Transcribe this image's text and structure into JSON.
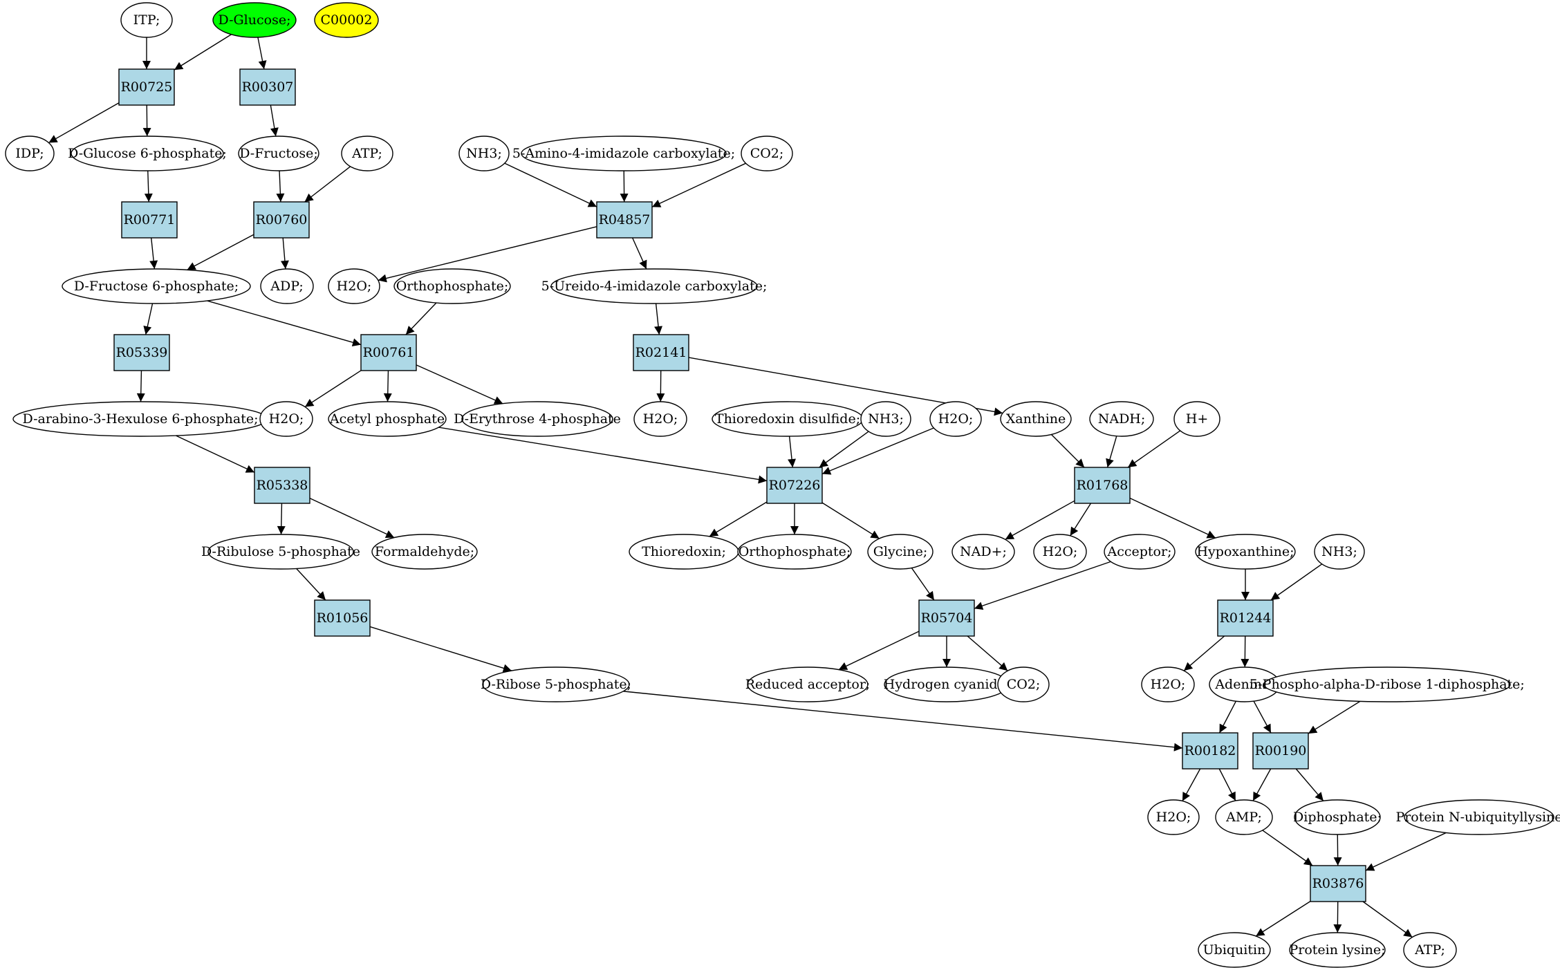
{
  "colors": {
    "compound_fill": "#ffffff",
    "reaction_fill": "#add8e6",
    "highlight_green": "#00ff00",
    "highlight_yellow": "#ffff00",
    "stroke": "#000000"
  },
  "compounds": [
    {
      "id": "itp",
      "label": "ITP;"
    },
    {
      "id": "dglucose",
      "label": "D-Glucose;",
      "fill": "#00ff00"
    },
    {
      "id": "c00002",
      "label": "C00002",
      "fill": "#ffff00"
    },
    {
      "id": "idp",
      "label": "IDP;"
    },
    {
      "id": "dglucose6p",
      "label": "D-Glucose 6-phosphate;"
    },
    {
      "id": "dfructose",
      "label": "D-Fructose;"
    },
    {
      "id": "atp1",
      "label": "ATP;"
    },
    {
      "id": "nh3_1",
      "label": "NH3;"
    },
    {
      "id": "amino",
      "label": "5-Amino-4-imidazole carboxylate;"
    },
    {
      "id": "co2_1",
      "label": "CO2;"
    },
    {
      "id": "dfructose6p",
      "label": "D-Fructose 6-phosphate;"
    },
    {
      "id": "adp",
      "label": "ADP;"
    },
    {
      "id": "h2o_1",
      "label": "H2O;"
    },
    {
      "id": "ortho1",
      "label": "Orthophosphate;"
    },
    {
      "id": "ureido",
      "label": "5-Ureido-4-imidazole carboxylate;"
    },
    {
      "id": "hexulose",
      "label": "D-arabino-3-Hexulose 6-phosphate;"
    },
    {
      "id": "h2o_2",
      "label": "H2O;"
    },
    {
      "id": "acetylp",
      "label": "Acetyl phosphate"
    },
    {
      "id": "erythrose",
      "label": "D-Erythrose 4-phosphate"
    },
    {
      "id": "h2o_3",
      "label": "H2O;"
    },
    {
      "id": "thiodisulf",
      "label": "Thioredoxin disulfide;"
    },
    {
      "id": "nh3_2",
      "label": "NH3;"
    },
    {
      "id": "h2o_4",
      "label": "H2O;"
    },
    {
      "id": "xanthine",
      "label": "Xanthine"
    },
    {
      "id": "nadh",
      "label": "NADH;"
    },
    {
      "id": "hplus",
      "label": "H+"
    },
    {
      "id": "dribulose",
      "label": "D-Ribulose 5-phosphate"
    },
    {
      "id": "formaldehyde",
      "label": "Formaldehyde;"
    },
    {
      "id": "thioredoxin",
      "label": "Thioredoxin;"
    },
    {
      "id": "ortho2",
      "label": "Orthophosphate;"
    },
    {
      "id": "glycine",
      "label": "Glycine;"
    },
    {
      "id": "nadplus",
      "label": "NAD+;"
    },
    {
      "id": "h2o_5",
      "label": "H2O;"
    },
    {
      "id": "acceptor",
      "label": "Acceptor;"
    },
    {
      "id": "hypoxanthine",
      "label": "Hypoxanthine;"
    },
    {
      "id": "nh3_3",
      "label": "NH3;"
    },
    {
      "id": "dribose5p",
      "label": "D-Ribose 5-phosphate;"
    },
    {
      "id": "reducedacc",
      "label": "Reduced acceptor;"
    },
    {
      "id": "hcn",
      "label": "Hydrogen cyanide;"
    },
    {
      "id": "co2_2",
      "label": "CO2;"
    },
    {
      "id": "h2o_6",
      "label": "H2O;"
    },
    {
      "id": "adenine",
      "label": "Adenine;"
    },
    {
      "id": "prpp",
      "label": "5-Phospho-alpha-D-ribose 1-diphosphate;"
    },
    {
      "id": "h2o_7",
      "label": "H2O;"
    },
    {
      "id": "amp",
      "label": "AMP;"
    },
    {
      "id": "diphosphate",
      "label": "Diphosphate;"
    },
    {
      "id": "protnubiq",
      "label": "Protein N-ubiquityllysine"
    },
    {
      "id": "ubiquitin",
      "label": "Ubiquitin"
    },
    {
      "id": "protlysine",
      "label": "Protein lysine;"
    },
    {
      "id": "atp2",
      "label": "ATP;"
    }
  ],
  "reactions": [
    {
      "id": "R00725",
      "label": "R00725"
    },
    {
      "id": "R00307",
      "label": "R00307"
    },
    {
      "id": "R00771",
      "label": "R00771"
    },
    {
      "id": "R00760",
      "label": "R00760"
    },
    {
      "id": "R04857",
      "label": "R04857"
    },
    {
      "id": "R05339",
      "label": "R05339"
    },
    {
      "id": "R00761",
      "label": "R00761"
    },
    {
      "id": "R02141",
      "label": "R02141"
    },
    {
      "id": "R05338",
      "label": "R05338"
    },
    {
      "id": "R07226",
      "label": "R07226"
    },
    {
      "id": "R01768",
      "label": "R01768"
    },
    {
      "id": "R01056",
      "label": "R01056"
    },
    {
      "id": "R05704",
      "label": "R05704"
    },
    {
      "id": "R01244",
      "label": "R01244"
    },
    {
      "id": "R00182",
      "label": "R00182"
    },
    {
      "id": "R00190",
      "label": "R00190"
    },
    {
      "id": "R03876",
      "label": "R03876"
    }
  ],
  "edges": [
    [
      "itp",
      "R00725"
    ],
    [
      "dglucose",
      "R00725"
    ],
    [
      "dglucose",
      "R00307"
    ],
    [
      "R00725",
      "idp"
    ],
    [
      "R00725",
      "dglucose6p"
    ],
    [
      "R00307",
      "dfructose"
    ],
    [
      "dglucose6p",
      "R00771"
    ],
    [
      "dfructose",
      "R00760"
    ],
    [
      "atp1",
      "R00760"
    ],
    [
      "nh3_1",
      "R04857"
    ],
    [
      "amino",
      "R04857"
    ],
    [
      "co2_1",
      "R04857"
    ],
    [
      "R00771",
      "dfructose6p"
    ],
    [
      "R00760",
      "dfructose6p"
    ],
    [
      "R00760",
      "adp"
    ],
    [
      "R04857",
      "h2o_1"
    ],
    [
      "R04857",
      "ureido"
    ],
    [
      "dfructose6p",
      "R05339"
    ],
    [
      "dfructose6p",
      "R00761"
    ],
    [
      "ortho1",
      "R00761"
    ],
    [
      "ureido",
      "R02141"
    ],
    [
      "R05339",
      "hexulose"
    ],
    [
      "R00761",
      "h2o_2"
    ],
    [
      "R00761",
      "acetylp"
    ],
    [
      "R00761",
      "erythrose"
    ],
    [
      "R02141",
      "h2o_3"
    ],
    [
      "R02141",
      "xanthine"
    ],
    [
      "hexulose",
      "R05338"
    ],
    [
      "acetylp",
      "R07226"
    ],
    [
      "thiodisulf",
      "R07226"
    ],
    [
      "nh3_2",
      "R07226"
    ],
    [
      "h2o_4",
      "R07226"
    ],
    [
      "xanthine",
      "R01768"
    ],
    [
      "nadh",
      "R01768"
    ],
    [
      "hplus",
      "R01768"
    ],
    [
      "R05338",
      "dribulose"
    ],
    [
      "R05338",
      "formaldehyde"
    ],
    [
      "R07226",
      "thioredoxin"
    ],
    [
      "R07226",
      "ortho2"
    ],
    [
      "R07226",
      "glycine"
    ],
    [
      "R01768",
      "nadplus"
    ],
    [
      "R01768",
      "h2o_5"
    ],
    [
      "R01768",
      "hypoxanthine"
    ],
    [
      "dribulose",
      "R01056"
    ],
    [
      "glycine",
      "R05704"
    ],
    [
      "acceptor",
      "R05704"
    ],
    [
      "hypoxanthine",
      "R01244"
    ],
    [
      "nh3_3",
      "R01244"
    ],
    [
      "R01056",
      "dribose5p"
    ],
    [
      "R05704",
      "reducedacc"
    ],
    [
      "R05704",
      "hcn"
    ],
    [
      "R05704",
      "co2_2"
    ],
    [
      "R01244",
      "h2o_6"
    ],
    [
      "R01244",
      "adenine"
    ],
    [
      "dribose5p",
      "R00182"
    ],
    [
      "adenine",
      "R00182"
    ],
    [
      "adenine",
      "R00190"
    ],
    [
      "prpp",
      "R00190"
    ],
    [
      "R00182",
      "h2o_7"
    ],
    [
      "R00182",
      "amp"
    ],
    [
      "R00190",
      "amp"
    ],
    [
      "R00190",
      "diphosphate"
    ],
    [
      "amp",
      "R03876"
    ],
    [
      "diphosphate",
      "R03876"
    ],
    [
      "protnubiq",
      "R03876"
    ],
    [
      "R03876",
      "ubiquitin"
    ],
    [
      "R03876",
      "protlysine"
    ],
    [
      "R03876",
      "atp2"
    ]
  ]
}
